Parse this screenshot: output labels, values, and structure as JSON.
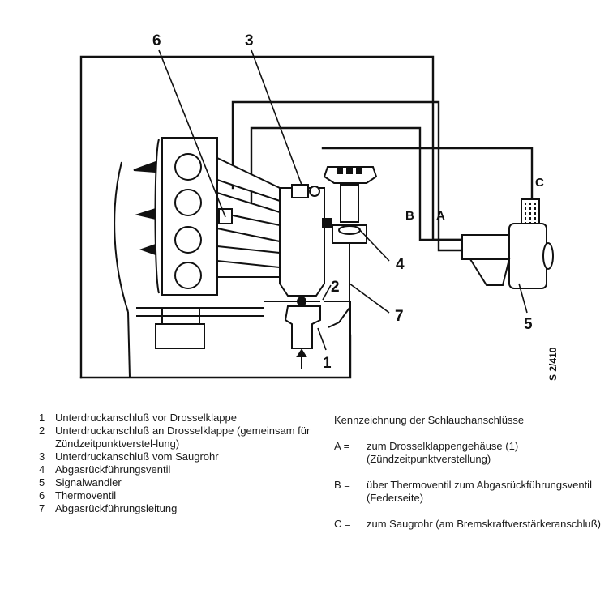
{
  "diagram": {
    "callouts": [
      {
        "id": "1",
        "label": "1"
      },
      {
        "id": "2",
        "label": "2"
      },
      {
        "id": "3",
        "label": "3"
      },
      {
        "id": "4",
        "label": "4"
      },
      {
        "id": "5",
        "label": "5"
      },
      {
        "id": "6",
        "label": "6"
      },
      {
        "id": "7",
        "label": "7"
      }
    ],
    "port_labels": {
      "a": "A",
      "b": "B",
      "c": "C"
    },
    "figure_ref": "S 2/410"
  },
  "legend_parts": [
    {
      "num": "1",
      "text": "Unterdruckanschluß vor Drosselklappe"
    },
    {
      "num": "2",
      "text": "Unterdruckanschluß an Drosselklappe (gemeinsam für Zündzeitpunktverstel-lung)"
    },
    {
      "num": "3",
      "text": "Unterdruckanschluß vom Saugrohr"
    },
    {
      "num": "4",
      "text": "Abgasrückführungsventil"
    },
    {
      "num": "5",
      "text": "Signalwandler"
    },
    {
      "num": "6",
      "text": "Thermoventil"
    },
    {
      "num": "7",
      "text": "Abgasrückführungsleitung"
    }
  ],
  "hose_legend": {
    "title": "Kennzeichnung der Schlauchanschlüsse",
    "items": [
      {
        "key": "A =",
        "text": "zum Drosselklappengehäuse (1) (Zündzeitpunktverstellung)"
      },
      {
        "key": "B =",
        "text": "über Thermoventil zum Abgasrückführungsventil (Federseite)"
      },
      {
        "key": "C =",
        "text": "zum Saugrohr (am Bremskraftverstärkeranschluß)"
      }
    ]
  }
}
